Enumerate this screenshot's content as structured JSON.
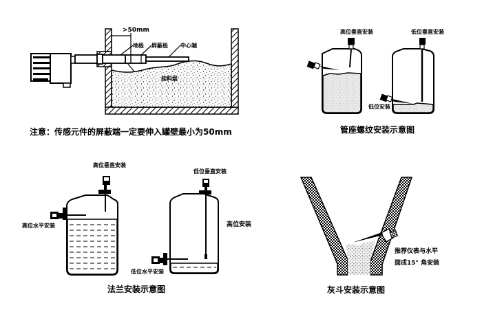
{
  "panels": {
    "wall_mount": {
      "dimension_label": ">50mm",
      "ground_electrode_label": "地极",
      "shield_electrode_label": "屏蔽极",
      "center_electrode_label": "中心端",
      "material_label": "挂料层",
      "note": "注意：传感元件的屏蔽端一定要伸入罐壁最小为50mm"
    },
    "pipe_thread": {
      "high_vertical_label": "高位垂直安装",
      "low_vertical_label": "低位垂直安装",
      "low_mount_label": "低位安装",
      "caption": "管座螺纹安装示意图"
    },
    "flange": {
      "high_vertical_label": "高位垂直安装",
      "high_horizontal_label": "高位水平安装",
      "low_vertical_label": "低位垂直安装",
      "high_mount_label": "高位安装",
      "low_horizontal_label": "低位水平安装",
      "caption": "法兰安装示意图"
    },
    "hopper": {
      "recommend_line1": "推荐仪表与水平",
      "recommend_line2": "面成15° 角安装",
      "caption": "灰斗安装示意图"
    }
  },
  "colors": {
    "ink": "#000000",
    "background": "#ffffff",
    "material_fill": "#e6e6e6"
  }
}
